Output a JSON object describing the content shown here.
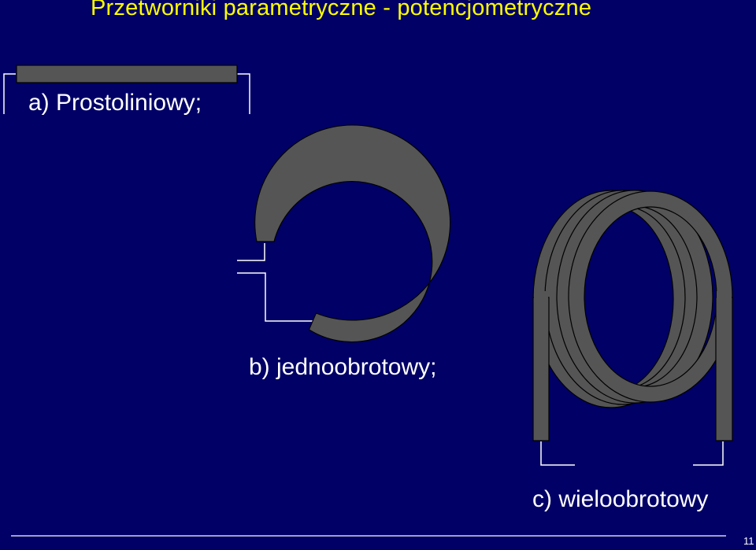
{
  "slide": {
    "title": "Przetworniki parametryczne - potencjometryczne",
    "page_number": "11"
  },
  "sections": {
    "a": {
      "label": "a) Prostoliniowy;"
    },
    "b": {
      "label": "b) jednoobrotowy;"
    },
    "c": {
      "label": "c) wieloobrotowy"
    }
  },
  "colors": {
    "background": "#000066",
    "title": "#ffff00",
    "text": "#ffffff",
    "resistor_fill": "#555555",
    "resistor_outline": "#000000",
    "lead_lines": "#ffffff"
  }
}
